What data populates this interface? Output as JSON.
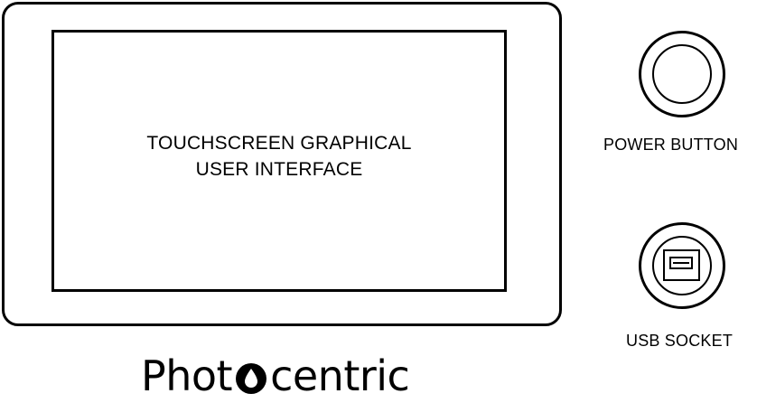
{
  "screen": {
    "label_line1": "TOUCHSCREEN GRAPHICAL",
    "label_line2": "USER INTERFACE"
  },
  "power_button": {
    "label": "POWER BUTTON"
  },
  "usb_socket": {
    "label": "USB SOCKET"
  },
  "logo": {
    "text_before": "Phot",
    "text_after": "centric",
    "icon": "drop-icon"
  }
}
